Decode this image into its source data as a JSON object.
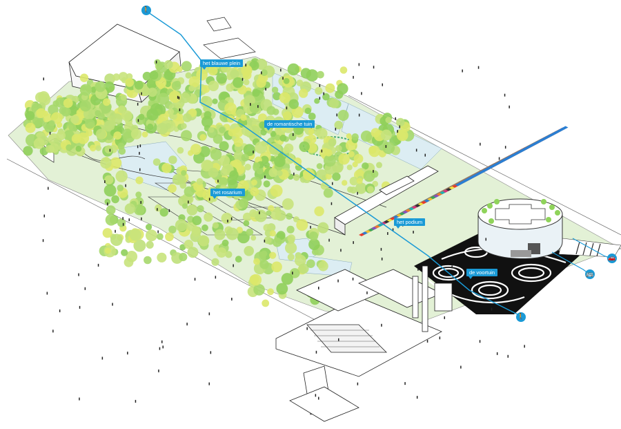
{
  "labels": {
    "blauwe_plein": "het blauwe plein",
    "romantische_tuin": "de romantische tuin",
    "rosarium": "het rosarium",
    "podium": "het podium",
    "voortuin": "de voortuin"
  },
  "icons": {
    "pedestrian_top": "pedestrian-icon",
    "pedestrian_bottom": "pedestrian-icon",
    "bus": "bus-icon",
    "car": "car-icon"
  },
  "colors": {
    "route": "#1a9ad6",
    "grass": "#e3f1d6",
    "water": "#dcedf3",
    "tree_light": "#a6d86c",
    "tree_yellow": "#dbe86a",
    "building": "#ffffff",
    "outline": "#222222"
  }
}
